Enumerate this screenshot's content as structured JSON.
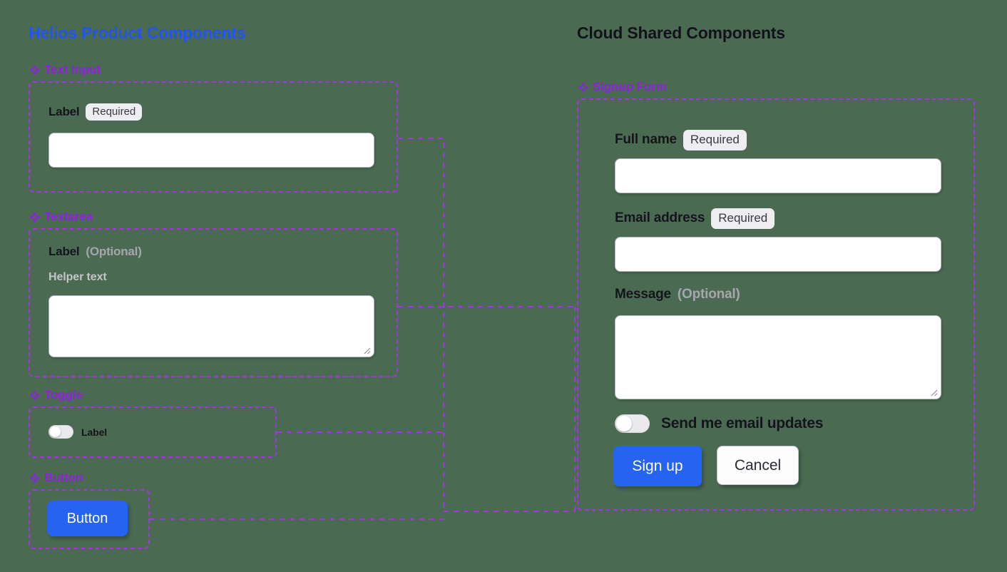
{
  "panels": {
    "left": {
      "title": "Helios Product Components",
      "title_color": "#2255ee",
      "groups": [
        {
          "name": "text-input",
          "icon": "diamond-cluster-icon",
          "label": "Text Input",
          "field": {
            "label": "Label",
            "badge": "Required",
            "value": "",
            "placeholder": ""
          }
        },
        {
          "name": "textarea",
          "icon": "diamond-cluster-icon",
          "label": "Textarea",
          "field": {
            "label": "Label",
            "optional": "(Optional)",
            "helper": "Helper text",
            "value": "",
            "placeholder": ""
          }
        },
        {
          "name": "toggle",
          "icon": "diamond-cluster-icon",
          "label": "Toggle",
          "field": {
            "label": "Label",
            "state": "off"
          }
        },
        {
          "name": "button",
          "icon": "diamond-cluster-icon",
          "label": "Button",
          "field": {
            "label": "Button"
          }
        }
      ]
    },
    "right": {
      "title": "Cloud Shared Components",
      "title_color": "#12121a",
      "groups": [
        {
          "name": "signup-form",
          "icon": "diamond-cluster-icon",
          "label": "Signup Form",
          "fields": {
            "full_name": {
              "label": "Full name",
              "badge": "Required",
              "value": "",
              "placeholder": ""
            },
            "email": {
              "label": "Email address",
              "badge": "Required",
              "value": "",
              "placeholder": ""
            },
            "message": {
              "label": "Message",
              "optional": "(Optional)",
              "value": "",
              "placeholder": ""
            },
            "updates_toggle": {
              "label": "Send me email updates",
              "state": "off"
            }
          },
          "actions": {
            "primary": "Sign up",
            "secondary": "Cancel"
          }
        }
      ]
    }
  },
  "colors": {
    "background": "#4a6b52",
    "accent_blue": "#2563f0",
    "accent_purple": "#a335e0",
    "group_label_purple": "#8d23dd",
    "badge_bg": "#eeeef1",
    "badge_text": "#3a3a46",
    "muted_text": "#a6a6ae",
    "helper_text": "#c3c3c9",
    "input_border": "#b9b9c6",
    "toggle_track_off": "#e9e9ee",
    "toggle_knob": "#ffffff"
  }
}
